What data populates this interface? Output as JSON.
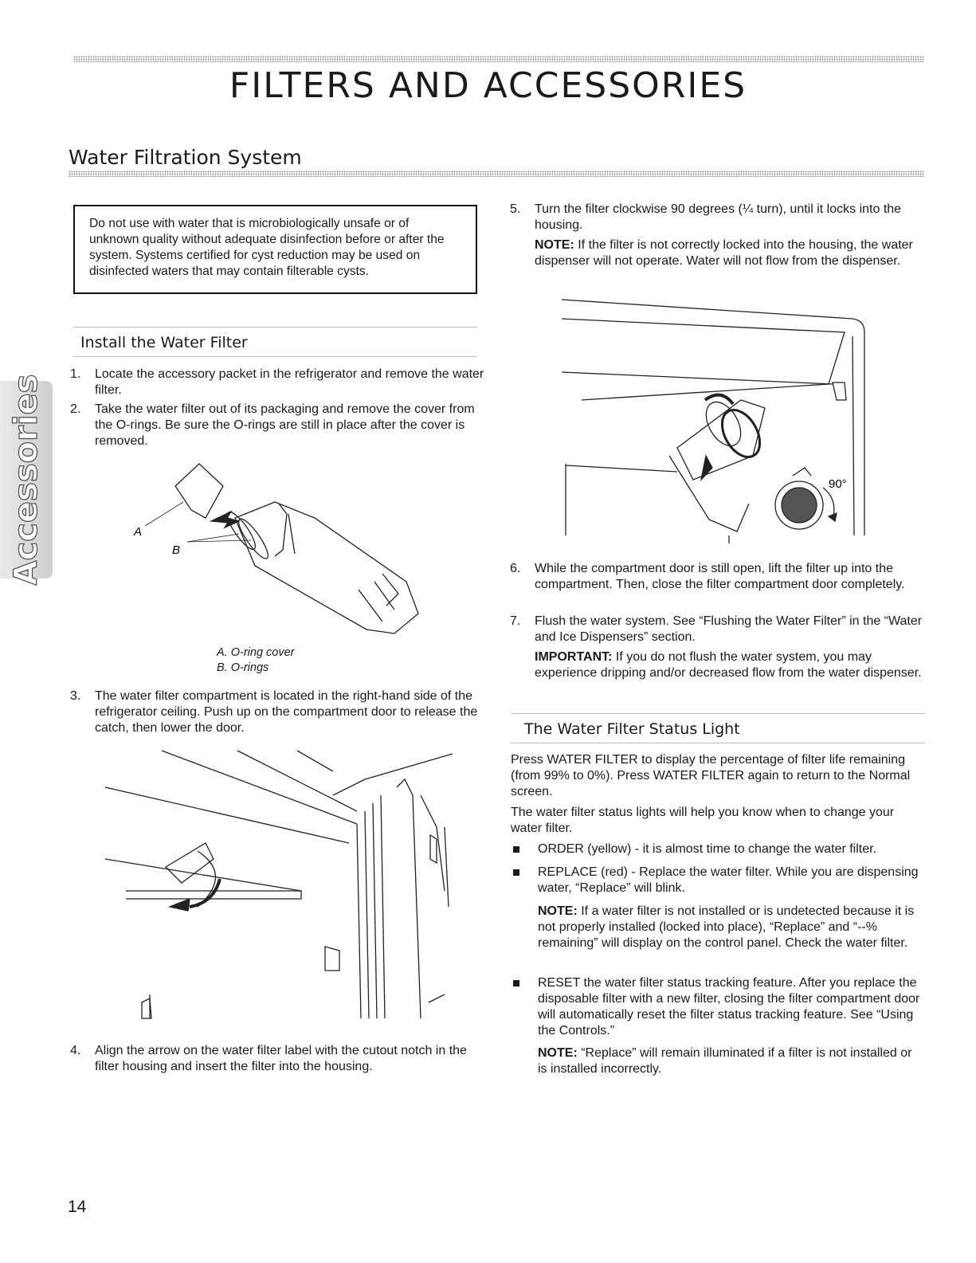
{
  "header": {
    "main_title": "FILTERS AND ACCESSORIES",
    "section_title": "Water Filtration System",
    "side_tab": "Accessories"
  },
  "warning": {
    "text": "Do not use with water that is microbiologically unsafe or of unknown quality without adequate disinfection before or after the system. Systems certified for cyst reduction may be used on disinfected waters that may contain filterable cysts."
  },
  "install": {
    "heading": "Install the Water Filter",
    "steps": [
      {
        "num": "1.",
        "text": "Locate the accessory packet in the refrigerator and remove the water filter."
      },
      {
        "num": "2.",
        "text": "Take the water filter out of its packaging and remove the cover from the O-rings. Be sure the O-rings are still in place after the cover is removed."
      },
      {
        "num": "3.",
        "text": "The water filter compartment is located in the right-hand side of the refrigerator ceiling. Push up on the compartment door to release the catch, then lower the door."
      },
      {
        "num": "4.",
        "text": "Align the arrow on the water filter label with the cutout notch in the filter housing and insert the filter into the housing."
      },
      {
        "num": "5.",
        "text": "Turn the filter clockwise 90 degrees (¼ turn), until it locks into the housing."
      },
      {
        "num": "6.",
        "text": "While the compartment door is still open, lift the filter up into the compartment. Then, close the filter compartment door completely."
      },
      {
        "num": "7.",
        "text": "Flush the water system. See “Flushing the Water Filter” in the “Water and Ice Dispensers” section."
      }
    ],
    "note5_label": "NOTE:",
    "note5_text": " If the filter is not correctly locked into the housing, the water dispenser will not operate. Water will not flow from the dispenser.",
    "important_label": "IMPORTANT:",
    "important_text": " If you do not flush the water system, you may experience dripping and/or decreased flow from the water dispenser.",
    "figure_labels": {
      "a": "A",
      "b": "B",
      "angle": "90°"
    },
    "caption_a": "A. O-ring cover",
    "caption_b": "B. O-rings"
  },
  "status": {
    "heading": "The Water Filter Status Light",
    "para1": "Press WATER FILTER to display the percentage of filter life remaining (from 99% to 0%). Press WATER FILTER again to return to the Normal screen.",
    "para2": "The water filter status lights will help you know when to change your water filter.",
    "bullets": [
      "ORDER (yellow) - it is almost time to change the water filter.",
      "REPLACE (red) - Replace the water filter. While you are dispensing water, “Replace” will blink.",
      "RESET the water filter status tracking feature. After you replace the disposable filter with a new filter, closing the filter compartment door will automatically reset the filter status tracking feature. See “Using the Controls.”"
    ],
    "note1_label": "NOTE:",
    "note1_text": " If a water filter is not installed or is undetected because it is not properly installed (locked into place), “Replace” and “--% remaining” will display on the control panel. Check the water filter.",
    "note2_label": "NOTE:",
    "note2_text": " “Replace” will remain illuminated if a filter is not installed or is installed incorrectly."
  },
  "footer": {
    "page_number": "14"
  }
}
